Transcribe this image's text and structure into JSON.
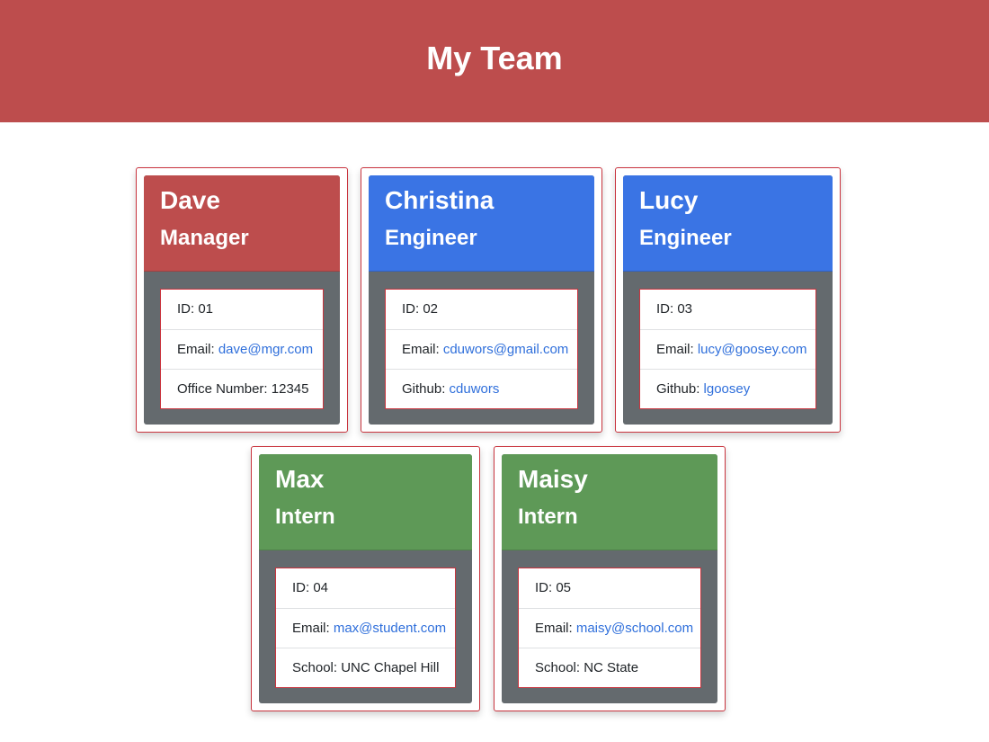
{
  "page": {
    "title": "My Team"
  },
  "colors": {
    "header_bg": "#bd4d4d",
    "manager": "#bd4d4d",
    "engineer": "#3a74e4",
    "intern": "#5e9957",
    "card_body": "#646a6e",
    "link": "#2f6fdb"
  },
  "team": [
    {
      "name": "Dave",
      "role": "Manager",
      "id_label": "ID: ",
      "id": "01",
      "email_label": "Email: ",
      "email": "dave@mgr.com",
      "extra_label": "Office Number: ",
      "extra": "12345"
    },
    {
      "name": "Christina",
      "role": "Engineer",
      "id_label": "ID: ",
      "id": "02",
      "email_label": "Email: ",
      "email": "cduwors@gmail.com",
      "extra_label": "Github: ",
      "extra": "cduwors"
    },
    {
      "name": "Lucy",
      "role": "Engineer",
      "id_label": "ID: ",
      "id": "03",
      "email_label": "Email: ",
      "email": "lucy@goosey.com",
      "extra_label": "Github: ",
      "extra": "lgoosey"
    },
    {
      "name": "Max",
      "role": "Intern",
      "id_label": "ID: ",
      "id": "04",
      "email_label": "Email: ",
      "email": "max@student.com",
      "extra_label": "School: ",
      "extra": "UNC Chapel Hill"
    },
    {
      "name": "Maisy",
      "role": "Intern",
      "id_label": "ID: ",
      "id": "05",
      "email_label": "Email: ",
      "email": "maisy@school.com",
      "extra_label": "School: ",
      "extra": "NC State"
    }
  ]
}
